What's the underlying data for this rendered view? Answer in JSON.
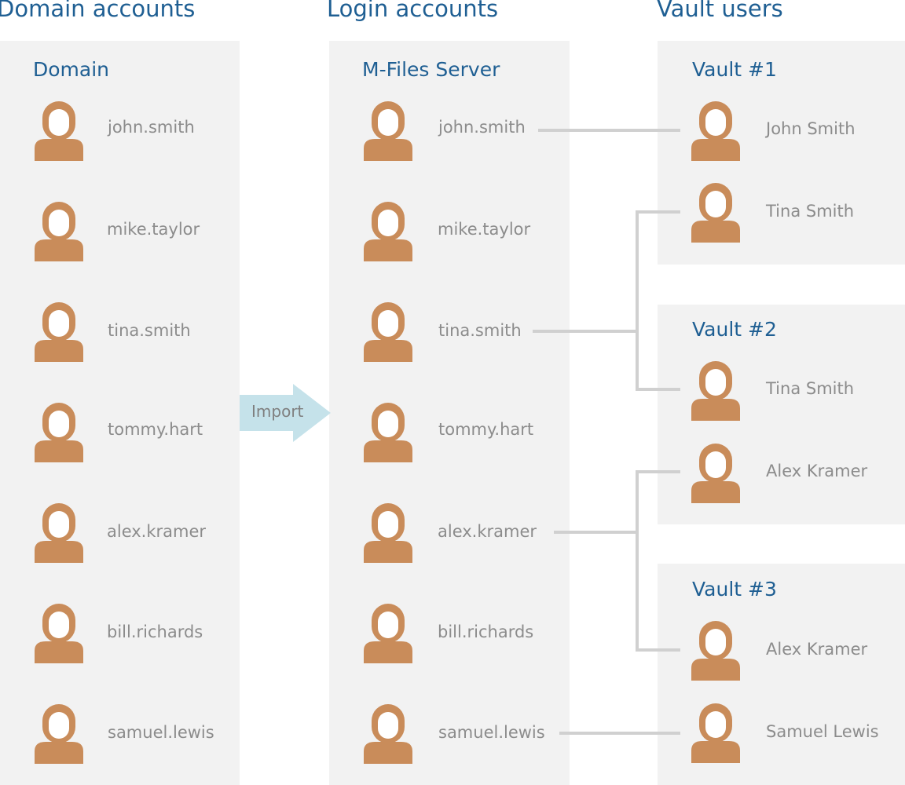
{
  "columns": {
    "domain_accounts": "Domain accounts",
    "login_accounts": "Login accounts",
    "vault_users": "Vault users"
  },
  "domain_panel": {
    "title": "Domain",
    "users": [
      "john.smith",
      "mike.taylor",
      "tina.smith",
      "tommy.hart",
      "alex.kramer",
      "bill.richards",
      "samuel.lewis"
    ]
  },
  "server_panel": {
    "title": "M-Files Server",
    "users": [
      "john.smith",
      "mike.taylor",
      "tina.smith",
      "tommy.hart",
      "alex.kramer",
      "bill.richards",
      "samuel.lewis"
    ]
  },
  "import_label": "Import",
  "vaults": [
    {
      "title": "Vault #1",
      "users": [
        "John Smith",
        "Tina Smith"
      ]
    },
    {
      "title": "Vault #2",
      "users": [
        "Tina Smith",
        "Alex Kramer"
      ]
    },
    {
      "title": "Vault #3",
      "users": [
        "Alex Kramer",
        "Samuel Lewis"
      ]
    }
  ],
  "colors": {
    "title_blue": "#1f5f93",
    "panel_gray": "#f2f2f2",
    "user_orange": "#c98c5a",
    "text_gray": "#8c8c8c",
    "connector_gray": "#d0d0d0",
    "arrow_blue": "#c5e2ea"
  }
}
